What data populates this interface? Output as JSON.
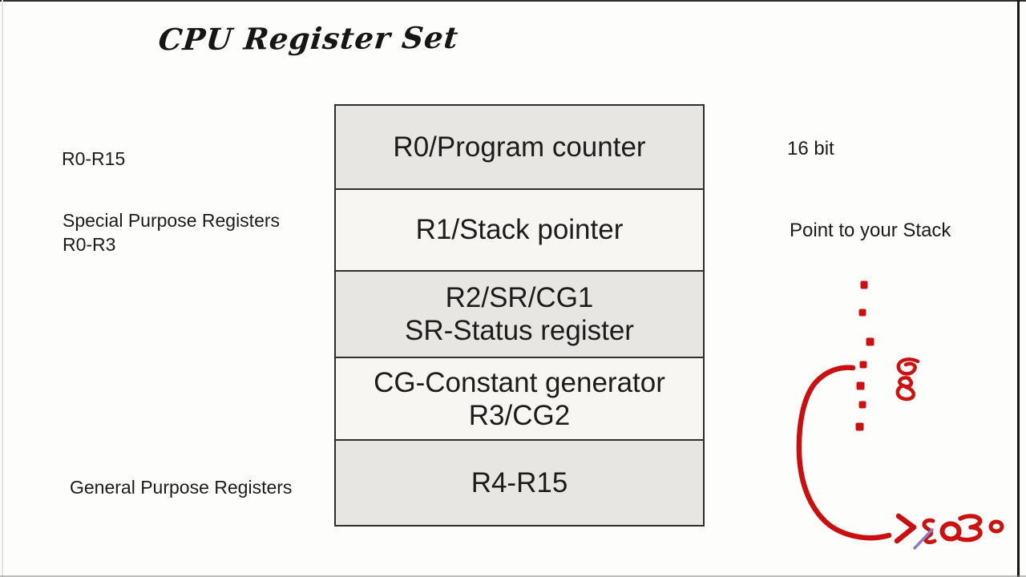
{
  "title": "CPU Register Set",
  "register_table": {
    "rows": [
      {
        "lines": [
          "R0/Program counter"
        ]
      },
      {
        "lines": [
          "R1/Stack pointer"
        ]
      },
      {
        "lines": [
          "R2/SR/CG1",
          "SR-Status register"
        ]
      },
      {
        "lines": [
          "CG-Constant generator",
          "R3/CG2"
        ]
      },
      {
        "lines": [
          "R4-R15"
        ]
      }
    ]
  },
  "left_labels": {
    "register_range": "R0-R15",
    "special_line1": "Special Purpose Registers",
    "special_line2": "R0-R3",
    "general": "General Purpose Registers"
  },
  "right_labels": {
    "bit_width": "16 bit",
    "stack_note": "Point to your Stack"
  },
  "annotations": {
    "stacked_scribble": "68",
    "bottom_scribble": "8030",
    "dotted_line_dots": 7,
    "pen_color": "#cc1111",
    "cursor_color": "#8b7cc3"
  },
  "colors": {
    "row_gray": "#e8e6e2",
    "row_cream": "#f8f6f2",
    "table_border": "#2e2e2e",
    "background": "#fdfdfc"
  }
}
